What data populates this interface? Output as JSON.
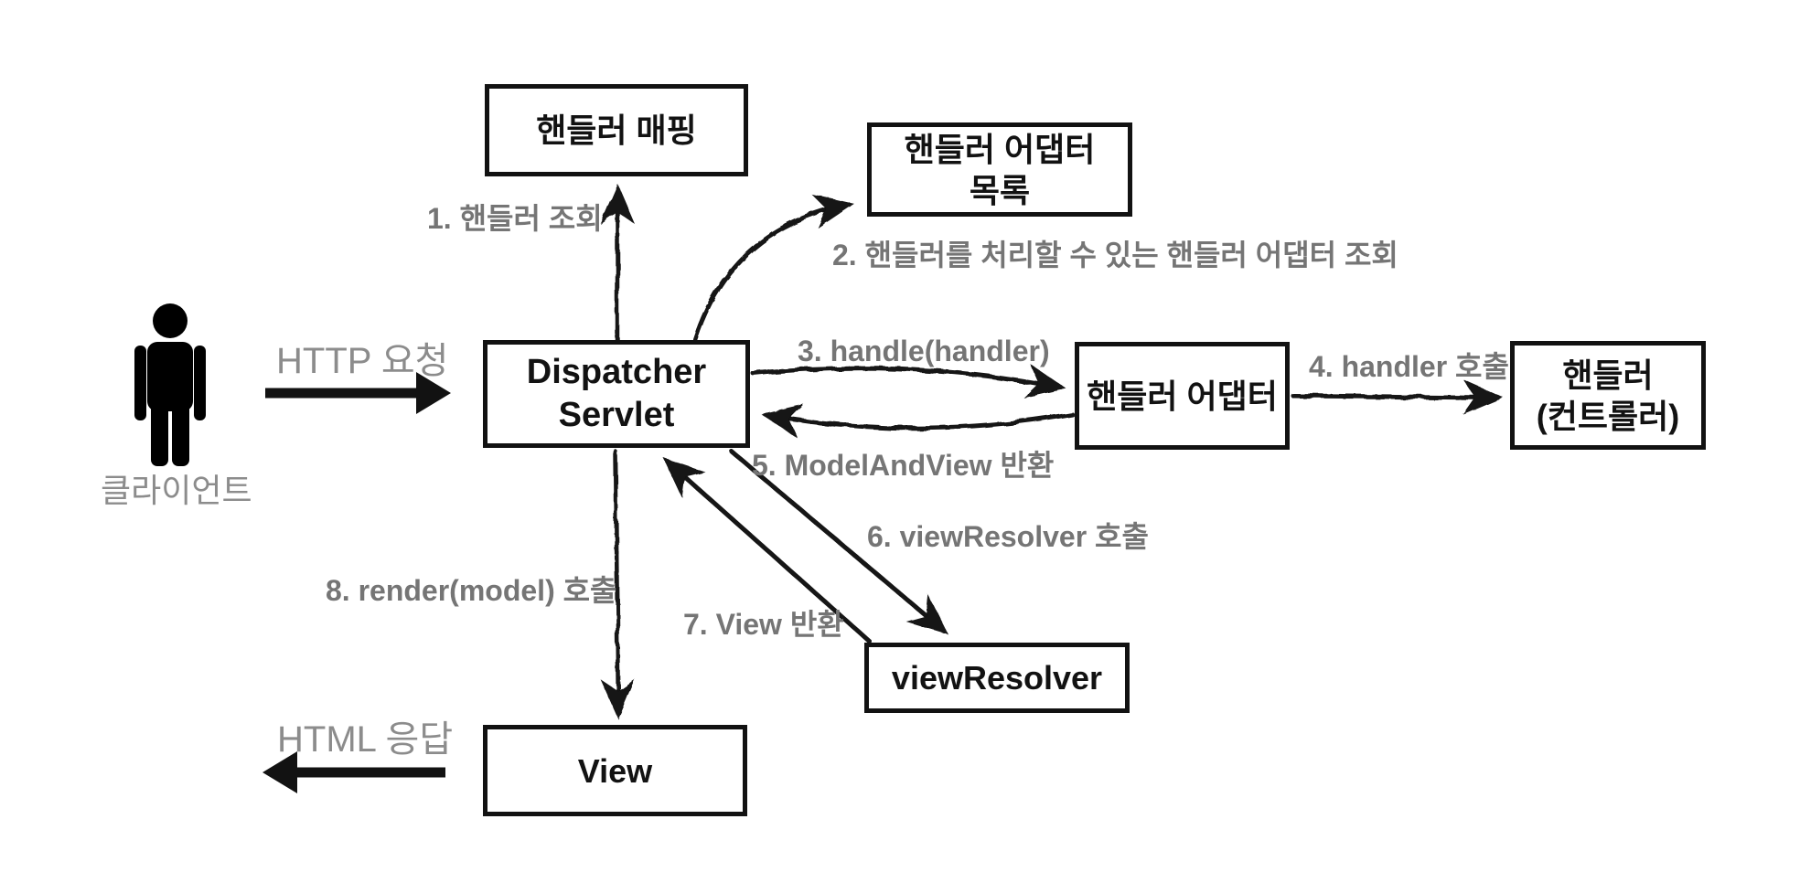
{
  "nodes": {
    "client": {
      "label": "클라이언트"
    },
    "handler_mapping": {
      "label": "핸들러 매핑"
    },
    "handler_adapter_list": {
      "line1": "핸들러 어댑터",
      "line2": "목록"
    },
    "dispatcher_servlet": {
      "line1": "Dispatcher",
      "line2": "Servlet"
    },
    "handler_adapter": {
      "label": "핸들러 어댑터"
    },
    "handler_controller": {
      "line1": "핸들러",
      "line2": "(컨트롤러)"
    },
    "view_resolver": {
      "label": "viewResolver"
    },
    "view": {
      "label": "View"
    }
  },
  "edges": {
    "http_request": {
      "label": "HTTP 요청"
    },
    "step1": {
      "label": "1. 핸들러 조회"
    },
    "step2": {
      "label": "2. 핸들러를 처리할 수 있는 핸들러 어댑터 조회"
    },
    "step3": {
      "label": "3. handle(handler)"
    },
    "step4": {
      "label": "4. handler 호출"
    },
    "step5": {
      "label": "5. ModelAndView 반환"
    },
    "step6": {
      "label": "6. viewResolver 호출"
    },
    "step7": {
      "label": "7. View 반환"
    },
    "step8": {
      "label": "8. render(model) 호출"
    },
    "html_response": {
      "label": "HTML 응답"
    }
  },
  "colors": {
    "background": "#ffffff",
    "box_border": "#121212",
    "box_text": "#121212",
    "step_label_gray": "#757575",
    "io_label_gray": "#8c8c8c",
    "arrow_black": "#121212"
  }
}
